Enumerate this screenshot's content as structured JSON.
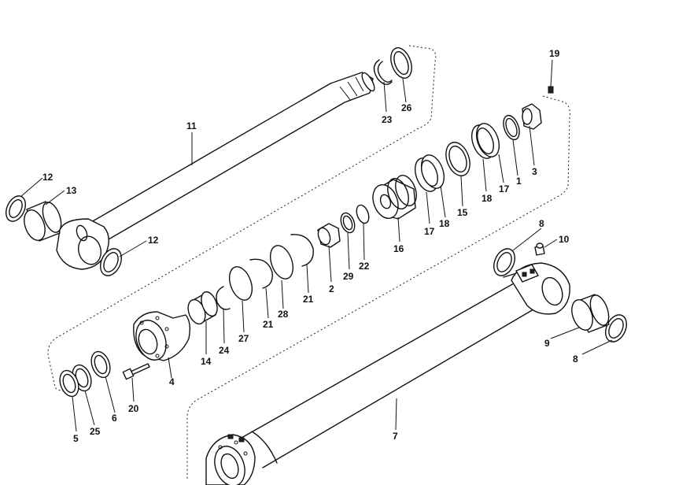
{
  "callouts": {
    "c1": "1",
    "c2": "2",
    "c3": "3",
    "c4": "4",
    "c5": "5",
    "c6": "6",
    "c7": "7",
    "c8a": "8",
    "c8b": "8",
    "c9": "9",
    "c10": "10",
    "c11": "11",
    "c12a": "12",
    "c12b": "12",
    "c13": "13",
    "c14": "14",
    "c15": "15",
    "c16": "16",
    "c17a": "17",
    "c17b": "17",
    "c18a": "18",
    "c18b": "18",
    "c19": "19",
    "c20": "20",
    "c21a": "21",
    "c21b": "21",
    "c22": "22",
    "c23": "23",
    "c24": "24",
    "c25": "25",
    "c26": "26",
    "c27": "27",
    "c28": "28",
    "c29": "29"
  }
}
